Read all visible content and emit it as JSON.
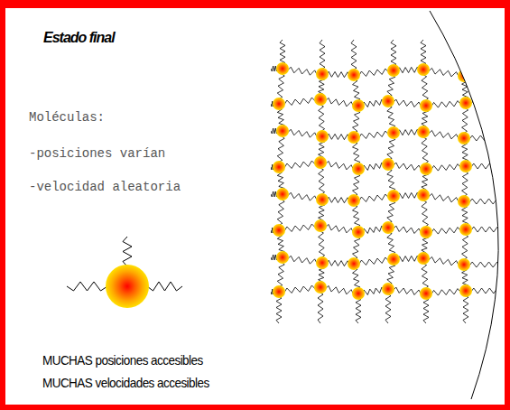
{
  "diagram": {
    "title": "Estado final",
    "labels": [
      "Moléculas:",
      "-posiciones varían",
      "-velocidad aleatoria",
      "MUCHAS posiciones accesibles",
      "MUCHAS velocidades accesibles"
    ]
  }
}
